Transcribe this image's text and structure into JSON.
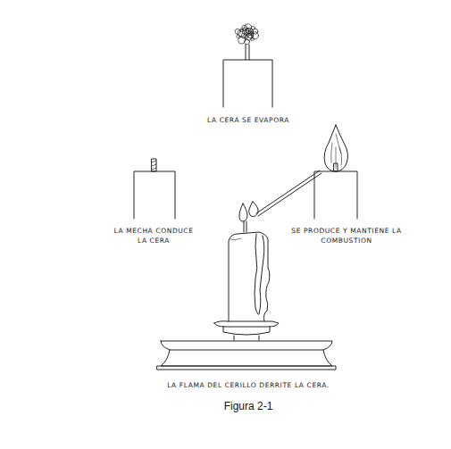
{
  "diagram": {
    "caption": "Figura 2-1",
    "labels": [
      "LA CERA SE EVAPORA",
      "LA MECHA CONDUCE LA CERA",
      "SE PRODUCE Y MANTIENE LA COMBUSTION",
      "LA FLAMA DEL CERILLO DERRITE LA CERA."
    ]
  }
}
